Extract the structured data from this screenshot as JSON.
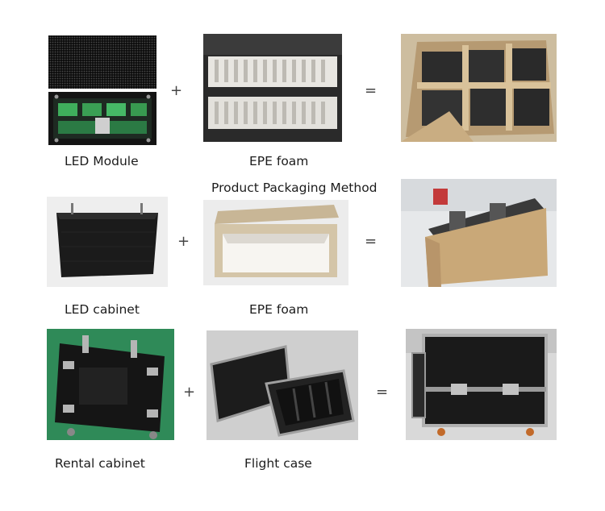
{
  "title": "Product Packaging Method",
  "operators": {
    "plus": "+",
    "equals": "="
  },
  "rows": [
    {
      "left_label": "LED Module",
      "middle_label": "EPE foam"
    },
    {
      "left_label": "LED cabinet",
      "middle_label": "EPE foam"
    },
    {
      "left_label": "Rental cabinet",
      "middle_label": "Flight case"
    }
  ],
  "images": {
    "led_module": "led-module-photo",
    "epe_foam_strips": "epe-foam-strips-photo",
    "carton_boxes": "carton-boxes-photo",
    "led_cabinet": "led-cabinet-photo",
    "epe_foam_sleeve": "epe-foam-sleeve-photo",
    "packed_cabinet_box": "packed-cabinet-box-photo",
    "rental_cabinet": "rental-cabinet-photo",
    "flight_case_open": "flight-case-open-photo",
    "flight_case_closed": "flight-case-closed-photo"
  }
}
